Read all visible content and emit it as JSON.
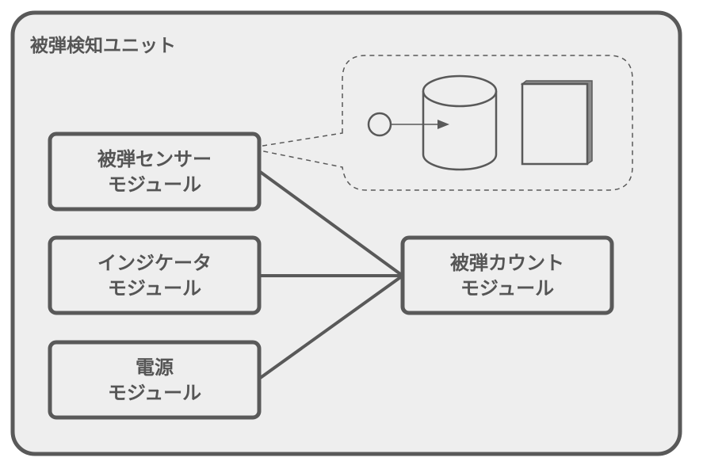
{
  "diagram": {
    "title": "被弾検知ユニット",
    "colors": {
      "stroke": "#595959",
      "fill": "#eeeeee",
      "text": "#555555",
      "background": "#ffffff"
    },
    "modules": [
      {
        "id": "sensor",
        "line1": "被弾センサー",
        "line2": "モジュール"
      },
      {
        "id": "indicator",
        "line1": "インジケータ",
        "line2": "モジュール"
      },
      {
        "id": "power",
        "line1": "電源",
        "line2": "モジュール"
      },
      {
        "id": "counter",
        "line1": "被弾カウント",
        "line2": "モジュール"
      }
    ],
    "connections": [
      {
        "from": "sensor",
        "to": "counter"
      },
      {
        "from": "indicator",
        "to": "counter"
      },
      {
        "from": "power",
        "to": "counter"
      }
    ],
    "callout": {
      "attached_to": "sensor",
      "icons": [
        "circle-node-icon",
        "arrow-icon",
        "database-cylinder-icon",
        "document-box-icon"
      ]
    }
  }
}
